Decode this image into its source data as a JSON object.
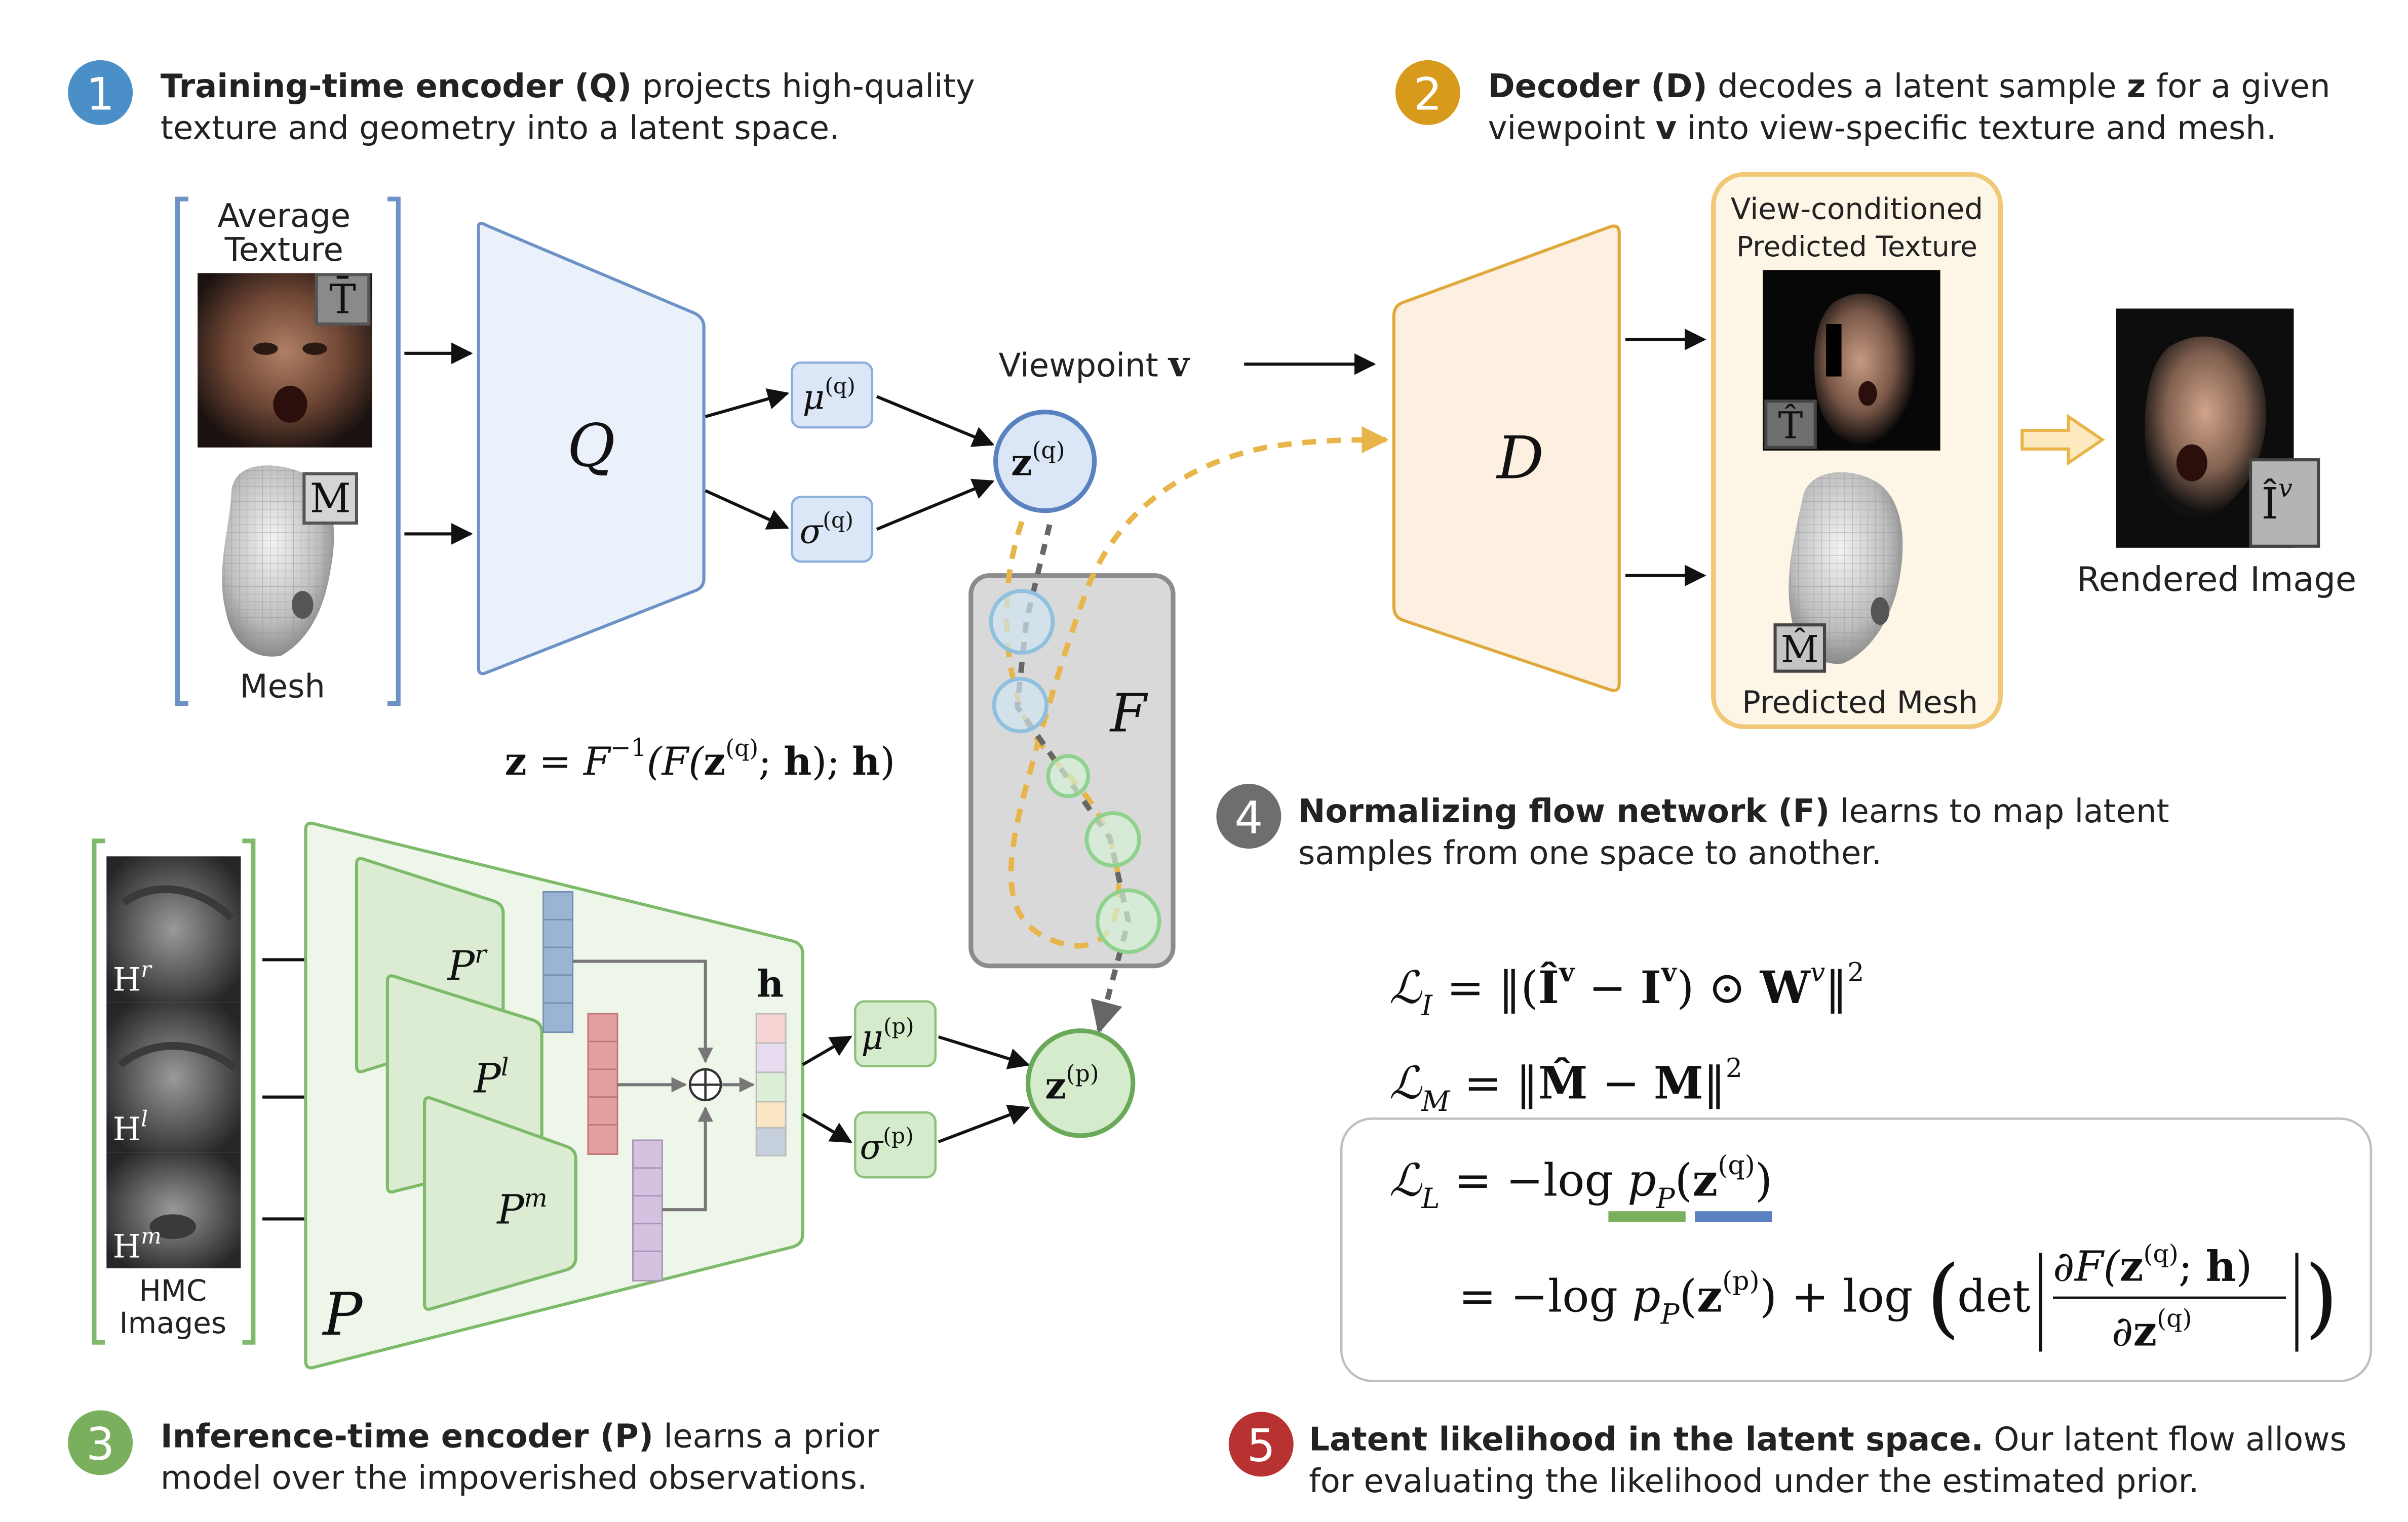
{
  "steps": {
    "s1": {
      "number": "1",
      "color": "#4a8fc7",
      "title": "Training-time encoder (Q)",
      "rest": " projects high-quality",
      "line2": "texture and geometry into a latent space."
    },
    "s2": {
      "number": "2",
      "color": "#d89a1a",
      "title": "Decoder (D)",
      "mid1": " decodes a latent sample ",
      "bold_z": "z",
      "mid2": " for a given",
      "line2a": "viewpoint ",
      "bold_v": "v",
      "line2b": " into view-specific texture and mesh."
    },
    "s3": {
      "number": "3",
      "color": "#7aaf5d",
      "title": "Inference-time encoder (P)",
      "rest": " learns a prior",
      "line2": "model over the impoverished observations."
    },
    "s4": {
      "number": "4",
      "color": "#6e6e6e",
      "title": "Normalizing flow network (F)",
      "rest": " learns to map latent",
      "line2": "samples from one space to another."
    },
    "s5": {
      "number": "5",
      "color": "#b83232",
      "title": "Latent likelihood in the latent space.",
      "rest": " Our latent flow allows",
      "line2": "for evaluating the likelihood under the estimated prior."
    }
  },
  "inputs": {
    "avg_line1": "Average",
    "avg_line2": "Texture",
    "tbar_badge": "T̄",
    "m_badge": "M",
    "mesh_label": "Mesh"
  },
  "encoder_q": {
    "label": "Q",
    "mu": "μ",
    "mu_sup": "(q)",
    "sigma": "σ",
    "sigma_sup": "(q)",
    "z": "z",
    "z_sup": "(q)"
  },
  "viewpoint": {
    "label": "Viewpoint ",
    "bold": "v"
  },
  "decoder": {
    "label": "D",
    "box_line1": "View-conditioned",
    "box_line2": "Predicted Texture",
    "that_badge": "T̂",
    "mhat_badge": "M̂",
    "pred_mesh": "Predicted Mesh",
    "rendered": "Rendered Image",
    "ihat_badge": "Î",
    "ihat_sup": "v"
  },
  "flow": {
    "label": "F"
  },
  "equation_z": {
    "lhs": "z",
    "eq": " = F",
    "inv": "−1",
    "mid": "(F(",
    "z": "z",
    "zsup": "(q)",
    "sep": "; ",
    "h": "h",
    "end1": "); ",
    "h2": "h",
    "end2": ")"
  },
  "encoder_p": {
    "label": "P",
    "pr": "P",
    "pr_sup": "r",
    "pl": "P",
    "pl_sup": "l",
    "pm": "P",
    "pm_sup": "m",
    "h": "h",
    "mu": "μ",
    "mu_sup": "(p)",
    "sigma": "σ",
    "sigma_sup": "(p)",
    "z": "z",
    "z_sup": "(p)"
  },
  "hmc": {
    "hr": "H",
    "hr_sup": "r",
    "hl": "H",
    "hl_sup": "l",
    "hm": "H",
    "hm_sup": "m",
    "line1": "HMC",
    "line2": "Images"
  },
  "losses": {
    "li": {
      "L": "ℒ",
      "sub": "I",
      "body1": " = ‖(",
      "ihat": "Î",
      "vsup": "v",
      "minus": " − ",
      "i": "I",
      "vsup2": "v",
      "odot": ") ⊙ ",
      "w": "W",
      "wsup": "v",
      "end": "‖",
      "sq": "2"
    },
    "lm": {
      "L": "ℒ",
      "sub": "M",
      "body": " = ‖",
      "mhat": "M̂",
      "minus": " − ",
      "m": "M",
      "end": "‖",
      "sq": "2"
    },
    "ll": {
      "L": "ℒ",
      "sub": "L",
      "body": " = −log ",
      "pp": "p",
      "ppsub": "P",
      "open": "(",
      "z": "z",
      "zsup": "(q)",
      "close": ")"
    },
    "ll2": {
      "body": "= −log ",
      "pp": "p",
      "ppsub": "P",
      "open": "(",
      "z": "z",
      "zsup": "(p)",
      "close": ") + log",
      "det": "det",
      "num": "∂F(",
      "numz": "z",
      "numsup": "(q)",
      "numrest": "; ",
      "numh": "h",
      "numend": ")",
      "den": "∂",
      "denz": "z",
      "densup": "(q)"
    }
  },
  "colors": {
    "blue": "#6d93c6",
    "orange": "#e8b54a",
    "green": "#7dba6a",
    "gray": "#8c8c8c",
    "underline_green": "#7aaf5d",
    "underline_blue": "#5a82c1"
  }
}
